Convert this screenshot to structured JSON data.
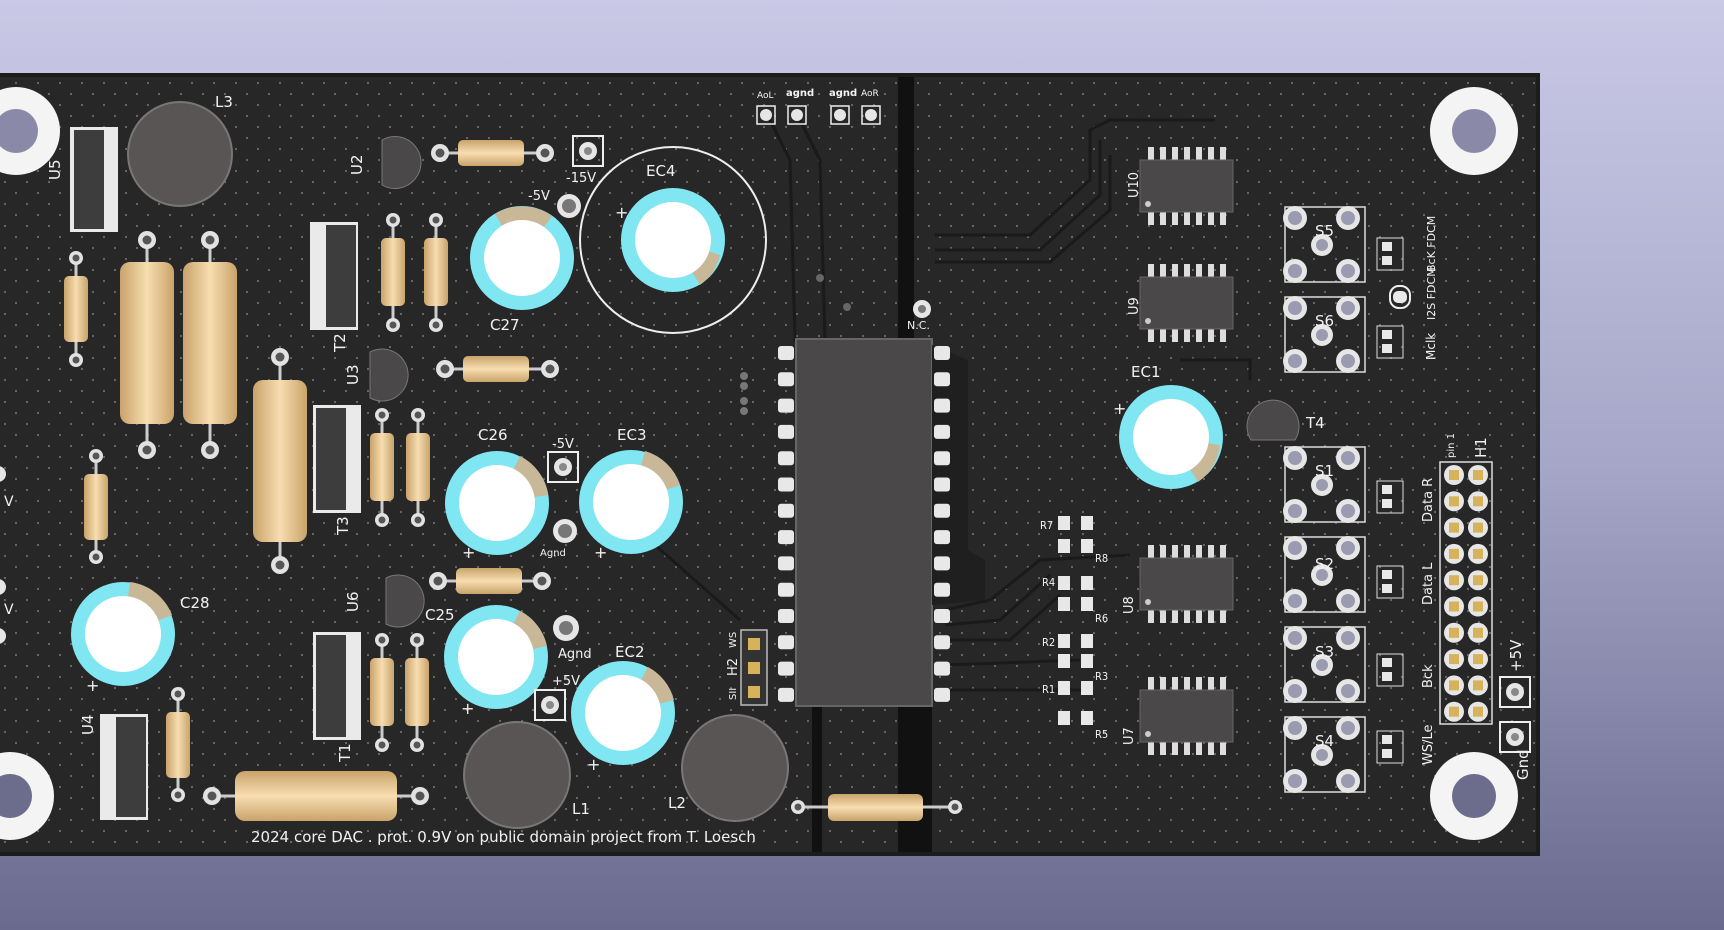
{
  "board": {
    "footer_text": "2024 core DAC . prot. 0.9V on public domain project from T. Loesch",
    "colors": {
      "background_top": "#c9c9e6",
      "background_bottom": "#6a6a8e",
      "board": "#262626",
      "silkscreen": "#f2f2f2",
      "pad": "#e6e6e6",
      "resistor_body": "#f0cc8c",
      "capacitor_ring": "#7fe6f2",
      "chip": "#4a4848"
    },
    "labels": {
      "L3": "L3",
      "U5": "U5",
      "U2": "U2",
      "minus15v": "-15V",
      "minus5v_top": "-5V",
      "EC4": "EC4",
      "C27": "C27",
      "T2": "T2",
      "U3": "U3",
      "T3": "T3",
      "C26": "C26",
      "minus5v_mid": "-5V",
      "EC3": "EC3",
      "Agnd_small": "Agnd",
      "C28": "C28",
      "U6": "U6",
      "C25": "C25",
      "Agnd_big": "Agnd",
      "plus5v_left": "+5V",
      "EC2": "EC2",
      "U4": "U4",
      "T1": "T1",
      "L1": "L1",
      "L2": "L2",
      "AoL": "AoL",
      "agnd1": "agnd",
      "agnd2": "agnd",
      "AoR": "AoR",
      "NC": "N.C.",
      "WS": "WS",
      "H2": "H2",
      "SII": "SII",
      "U10": "U10",
      "U9": "U9",
      "S5": "S5",
      "S6": "S6",
      "BcK_FDCM": "BcK FDCM",
      "I2S_FDCM": "I2S FDCM",
      "Mclk": "Mclk",
      "EC1": "EC1",
      "T4": "T4",
      "pin1": "pin 1",
      "H1": "H1",
      "S1": "S1",
      "S2": "S2",
      "S3": "S3",
      "S4": "S4",
      "Data_R": "Data R",
      "Data_L": "Data L",
      "Bck": "Bck",
      "WS_Le": "WS/Le",
      "plus5v_right": "+5V",
      "Gnd": "Gnd",
      "R7": "R7",
      "R8": "R8",
      "R4": "R4",
      "R6": "R6",
      "R2": "R2",
      "R3": "R3",
      "R1": "R1",
      "R5": "R5",
      "U8": "U8",
      "U7": "U7",
      "left_edge_V1": "V",
      "left_edge_V2": "V"
    }
  }
}
